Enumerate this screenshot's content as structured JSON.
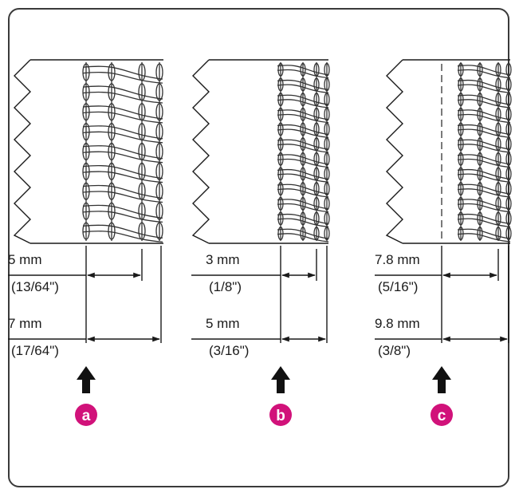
{
  "panels": [
    {
      "id": "a",
      "badge": "a",
      "measure_1": {
        "value": "5 mm",
        "inch": "(13/64\")"
      },
      "measure_2": {
        "value": "7 mm",
        "inch": "(17/64\")"
      }
    },
    {
      "id": "b",
      "badge": "b",
      "measure_1": {
        "value": "3 mm",
        "inch": "(1/8\")"
      },
      "measure_2": {
        "value": "5 mm",
        "inch": "(3/16\")"
      }
    },
    {
      "id": "c",
      "badge": "c",
      "measure_1": {
        "value": "7.8 mm",
        "inch": "(5/16\")"
      },
      "measure_2": {
        "value": "9.8 mm",
        "inch": "(3/8\")"
      }
    }
  ],
  "colors": {
    "badge": "#d1127a",
    "frame": "#3a3a3a",
    "arrow": "#111111"
  }
}
